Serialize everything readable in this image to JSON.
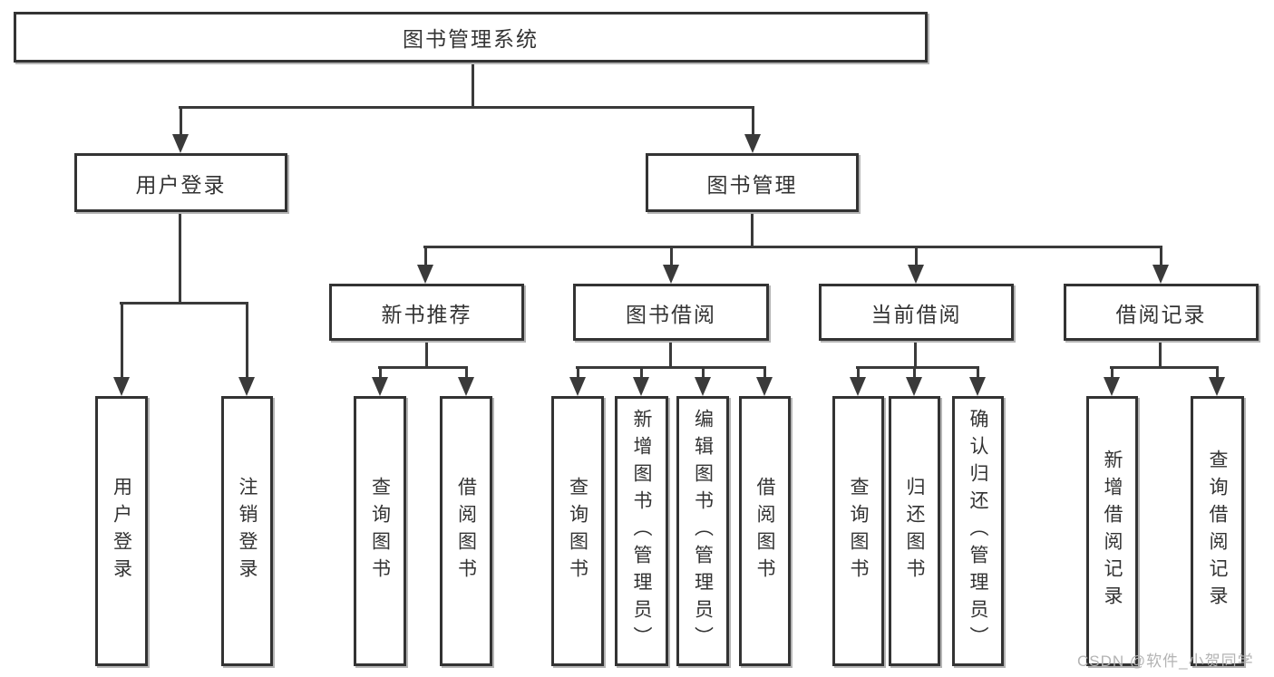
{
  "diagram": {
    "type": "tree",
    "nodes": {
      "root": "图书管理系统",
      "user_login": "用户登录",
      "book_mgmt": "图书管理",
      "new_book_rec": "新书推荐",
      "book_borrow": "图书借阅",
      "current_borrow": "当前借阅",
      "borrow_records": "借阅记录",
      "leaf_user_login": "用户登录",
      "leaf_logout": "注销登录",
      "leaf_nb_query": "查询图书",
      "leaf_nb_borrow": "借阅图书",
      "leaf_bb_query": "查询图书",
      "leaf_bb_add": "新增图书（管理员）",
      "leaf_bb_edit": "编辑图书（管理员）",
      "leaf_bb_borrow": "借阅图书",
      "leaf_cb_query": "查询图书",
      "leaf_cb_return": "归还图书",
      "leaf_cb_confirm": "确认归还（管理员）",
      "leaf_br_add": "新增借阅记录",
      "leaf_br_query": "查询借阅记录"
    },
    "hierarchy": {
      "图书管理系统": {
        "用户登录": [
          "用户登录",
          "注销登录"
        ],
        "图书管理": {
          "新书推荐": [
            "查询图书",
            "借阅图书"
          ],
          "图书借阅": [
            "查询图书",
            "新增图书（管理员）",
            "编辑图书（管理员）",
            "借阅图书"
          ],
          "当前借阅": [
            "查询图书",
            "归还图书",
            "确认归还（管理员）"
          ],
          "借阅记录": [
            "新增借阅记录",
            "查询借阅记录"
          ]
        }
      }
    },
    "colors": {
      "line": "#3a3a3a",
      "box_border": "#333333",
      "box_fill": "#ffffff",
      "text": "#333333",
      "watermark": "#b3b3b3",
      "background": "#ffffff"
    }
  },
  "watermark": "CSDN @软件_小贺同学"
}
